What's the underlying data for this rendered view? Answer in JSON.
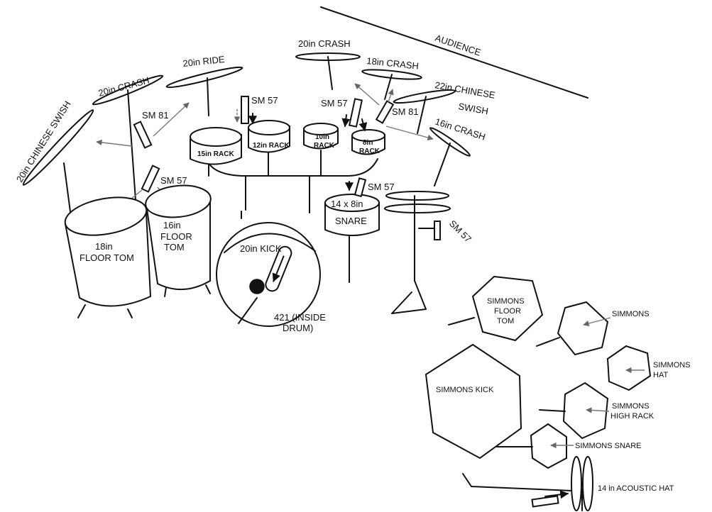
{
  "audience": "AUDIENCE",
  "cymbals": {
    "chinese_swish_20": "20in CHINESE SWISH",
    "crash_20_left": "20in CRASH",
    "ride_20": "20in RIDE",
    "crash_20_right": "20in CRASH",
    "crash_18": "18in CRASH",
    "chinese_swish_22_line1": "22in CHINESE",
    "chinese_swish_22_line2": "SWISH",
    "crash_16": "16in CRASH"
  },
  "drums": {
    "rack_15": "15in RACK",
    "rack_12": "12in RACK",
    "rack_10_line1": "10in",
    "rack_10_line2": "RACK",
    "rack_8_line1": "8in",
    "rack_8_line2": "RACK",
    "floor_tom_18_line1": "18in",
    "floor_tom_18_line2": "FLOOR TOM",
    "floor_tom_16_line1": "16in",
    "floor_tom_16_line2": "FLOOR",
    "floor_tom_16_line3": "TOM",
    "kick_20": "20in KICK",
    "snare_line1": "14 x 8in",
    "snare_line2": "SNARE"
  },
  "mics": {
    "sm81_left": "SM 81",
    "sm57_toms": "SM 57",
    "sm57_rack_left": "SM 57",
    "sm57_rack_right": "SM 57",
    "sm81_right": "SM 81",
    "sm57_snare": "SM 57",
    "sm57_hat": "SM 57",
    "kick_mic_line1": "421 (INSIDE",
    "kick_mic_line2": "DRUM)"
  },
  "simmons": {
    "floor_tom_line1": "SIMMONS",
    "floor_tom_line2": "FLOOR",
    "floor_tom_line3": "TOM",
    "pad": "SIMMONS",
    "hat_line1": "SIMMONS",
    "hat_line2": "HAT",
    "kick": "SIMMONS KICK",
    "high_rack_line1": "SIMMONS",
    "high_rack_line2": "HIGH RACK",
    "snare": "SIMMONS SNARE",
    "acoustic_hat": "14 in ACOUSTIC HAT"
  }
}
